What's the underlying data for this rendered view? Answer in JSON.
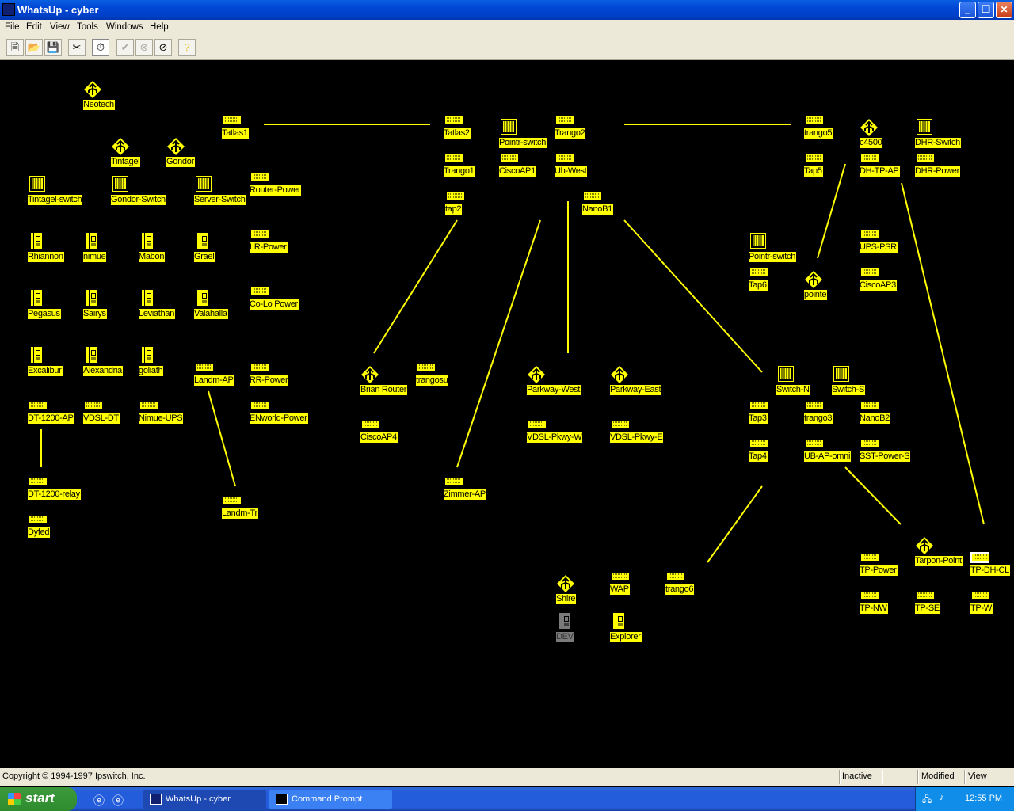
{
  "window": {
    "title": "WhatsUp - cyber",
    "app_icon": "whatsup-icon"
  },
  "menu": [
    "File",
    "Edit",
    "View",
    "Tools",
    "Windows",
    "Help"
  ],
  "toolbar": [
    {
      "name": "new-map",
      "icon": "new-document-icon",
      "glyph": "🗎",
      "state": "enabled"
    },
    {
      "name": "open-map",
      "icon": "folder-open-icon",
      "glyph": "📂",
      "state": "enabled"
    },
    {
      "name": "save-map",
      "icon": "floppy-disk-icon",
      "glyph": "💾",
      "state": "enabled"
    },
    {
      "name": "tools",
      "icon": "tools-icon",
      "glyph": "✂",
      "state": "enabled"
    },
    {
      "name": "start-polling",
      "icon": "stopwatch-icon",
      "glyph": "⏱",
      "state": "pressed"
    },
    {
      "name": "acknowledge",
      "icon": "check-icon",
      "glyph": "✔",
      "state": "disabled"
    },
    {
      "name": "poll-off",
      "icon": "cross-circle-icon",
      "glyph": "⊗",
      "state": "disabled"
    },
    {
      "name": "stop-alerts",
      "icon": "no-sound-icon",
      "glyph": "⊘",
      "state": "enabled"
    },
    {
      "name": "help",
      "icon": "question-icon",
      "glyph": "?",
      "state": "enabled"
    }
  ],
  "colors": {
    "node_up": "#ffff00",
    "node_unknown": "#7a7a7a",
    "map_bg": "#000000",
    "link": "#ffff00"
  },
  "nodes": [
    {
      "name": "Neotech",
      "type": "router"
    },
    {
      "name": "Tatlas1",
      "type": "device"
    },
    {
      "name": "Tatlas2",
      "type": "device"
    },
    {
      "name": "Pointr-switch",
      "type": "switch"
    },
    {
      "name": "Trango2",
      "type": "device"
    },
    {
      "name": "trango5",
      "type": "device"
    },
    {
      "name": "c4500",
      "type": "router"
    },
    {
      "name": "DHR-Switch",
      "type": "switch"
    },
    {
      "name": "Tintagel",
      "type": "router"
    },
    {
      "name": "Gondor",
      "type": "router"
    },
    {
      "name": "Trango1",
      "type": "device"
    },
    {
      "name": "CiscoAP1",
      "type": "device"
    },
    {
      "name": "Ub-West",
      "type": "device"
    },
    {
      "name": "Tap5",
      "type": "device"
    },
    {
      "name": "DH-TP-AP",
      "type": "device"
    },
    {
      "name": "DHR-Power",
      "type": "device"
    },
    {
      "name": "Tintagel-switch",
      "type": "switch"
    },
    {
      "name": "Gondor-Switch",
      "type": "switch"
    },
    {
      "name": "Server-Switch",
      "type": "switch"
    },
    {
      "name": "Router-Power",
      "type": "device"
    },
    {
      "name": "tap2",
      "type": "device"
    },
    {
      "name": "NanoB1",
      "type": "device"
    },
    {
      "name": "Rhiannon",
      "type": "server"
    },
    {
      "name": "nimue",
      "type": "server"
    },
    {
      "name": "Mabon",
      "type": "server"
    },
    {
      "name": "Grael",
      "type": "server"
    },
    {
      "name": "LR-Power",
      "type": "device"
    },
    {
      "name": "Pointr-switch",
      "type": "switch"
    },
    {
      "name": "UPS-PSR",
      "type": "device"
    },
    {
      "name": "Tap6",
      "type": "device"
    },
    {
      "name": "pointe",
      "type": "router"
    },
    {
      "name": "CiscoAP3",
      "type": "device"
    },
    {
      "name": "Pegasus",
      "type": "server"
    },
    {
      "name": "Sairys",
      "type": "server"
    },
    {
      "name": "Leviathan",
      "type": "server"
    },
    {
      "name": "Valahalla",
      "type": "server"
    },
    {
      "name": "Co-Lo Power",
      "type": "device"
    },
    {
      "name": "Excalibur",
      "type": "server"
    },
    {
      "name": "Alexandria",
      "type": "server"
    },
    {
      "name": "goliath",
      "type": "server"
    },
    {
      "name": "Landm-AP",
      "type": "device"
    },
    {
      "name": "RR-Power",
      "type": "device"
    },
    {
      "name": "Brian Router",
      "type": "router"
    },
    {
      "name": "trangosu",
      "type": "device"
    },
    {
      "name": "Parkway-West",
      "type": "router"
    },
    {
      "name": "Parkway-East",
      "type": "router"
    },
    {
      "name": "Switch-N",
      "type": "switch"
    },
    {
      "name": "Switch-S",
      "type": "switch"
    },
    {
      "name": "DT-1200-AP",
      "type": "device"
    },
    {
      "name": "VDSL-DT",
      "type": "device"
    },
    {
      "name": "Nimue-UPS",
      "type": "device"
    },
    {
      "name": "ENworld-Power",
      "type": "device"
    },
    {
      "name": "CiscoAP4",
      "type": "device"
    },
    {
      "name": "VDSL-Pkwy-W",
      "type": "device"
    },
    {
      "name": "VDSL-Pkwy-E",
      "type": "device"
    },
    {
      "name": "Tap3",
      "type": "device"
    },
    {
      "name": "trango3",
      "type": "device"
    },
    {
      "name": "NanoB2",
      "type": "device"
    },
    {
      "name": "Tap4",
      "type": "device"
    },
    {
      "name": "UB-AP-omni",
      "type": "device"
    },
    {
      "name": "SST-Power-S",
      "type": "device"
    },
    {
      "name": "DT-1200-relay",
      "type": "device"
    },
    {
      "name": "Zimmer-AP",
      "type": "device"
    },
    {
      "name": "Landm-Tr",
      "type": "device"
    },
    {
      "name": "Dyfed",
      "type": "device"
    },
    {
      "name": "Tarpon-Point",
      "type": "router"
    },
    {
      "name": "TP-Power",
      "type": "device"
    },
    {
      "name": "TP-DH-CL",
      "type": "device",
      "selected": true
    },
    {
      "name": "Shire",
      "type": "router"
    },
    {
      "name": "WAP",
      "type": "device"
    },
    {
      "name": "trango6",
      "type": "device"
    },
    {
      "name": "TP-NW",
      "type": "device"
    },
    {
      "name": "TP-SE",
      "type": "device"
    },
    {
      "name": "TP-W",
      "type": "device"
    },
    {
      "name": "DEV",
      "type": "server",
      "state": "unknown"
    },
    {
      "name": "Explorer",
      "type": "server"
    }
  ],
  "status": {
    "copyright": "Copyright © 1994-1997 Ipswitch, Inc.",
    "state": "Inactive",
    "modified": "Modified",
    "mode": "View"
  },
  "taskbar": {
    "start": "start",
    "tasks": [
      "WhatsUp - cyber",
      "Command Prompt"
    ],
    "clock": "12:55 PM"
  }
}
